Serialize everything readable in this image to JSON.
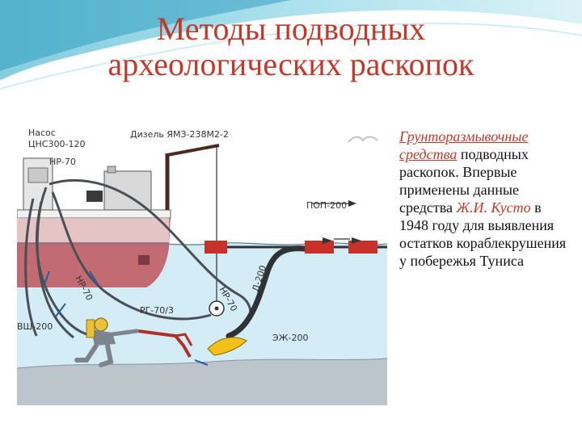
{
  "slide": {
    "title_line1": "Методы подводных",
    "title_line2": "археологических раскопок"
  },
  "description": {
    "highlight_term_part1": "Грунторазмывочные",
    "highlight_term_part2": "средства",
    "text_after_term": " подводных раскопок. Впервые применены данные средства ",
    "person": "Ж.И. Кусто",
    "text_after_person": " в 1948 году для выявления остатков кораблекрушения у побережья Туниса"
  },
  "diagram_labels": {
    "pump": "Насос",
    "pump_model": "ЦНС300-120",
    "hose_nr70_top": "НР-70",
    "diesel": "Дизель ЯМЗ-238М2-2",
    "pop200": "ПОП-200",
    "d200": "Д-200",
    "nr70_left": "НР-70",
    "nr70_right": "НР-70",
    "rg70": "РГ-70/3",
    "vsh200": "ВШ-200",
    "ezh200": "ЭЖ-200"
  },
  "colors": {
    "title": "#c0392b",
    "accent_red": "#c0392b",
    "water": "#d4ecf5",
    "seabed": "#bcc5cb",
    "ship_hull": "#c26b73",
    "ship_deck": "#f2f2f2",
    "float_red": "#c8302a"
  }
}
